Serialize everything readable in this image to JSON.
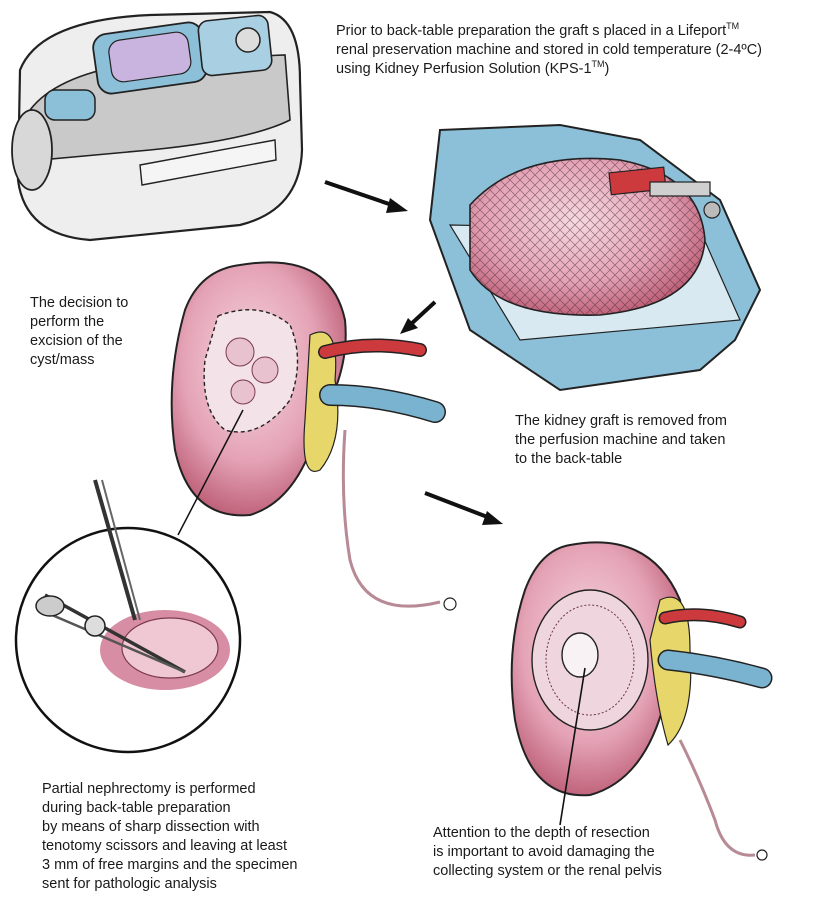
{
  "captions": {
    "lifeport": {
      "line1_pre": "Prior to back-table preparation the graft  s placed in a Lifeport",
      "line1_sup": "TM",
      "line2": "renal preservation machine and stored in cold temperature (2-4ºC)",
      "line3_pre": "using Kidney Perfusion Solution (KPS-1",
      "line3_sup": "TM",
      "line3_post": ")"
    },
    "decision": [
      "The decision to",
      "perform the",
      "excision of the",
      "cyst/mass"
    ],
    "removed": [
      "The kidney graft is removed from",
      "the perfusion machine and taken",
      "to the back-table"
    ],
    "partial": [
      "Partial nephrectomy is performed",
      "during back-table preparation",
      "by means of sharp dissection with",
      "tenotomy scissors and leaving at least",
      "3 mm of free margins and the specimen",
      "sent for pathologic analysis"
    ],
    "attention": [
      "Attention to the depth of resection",
      "is important to avoid damaging the",
      "collecting system or the renal pelvis"
    ]
  },
  "colors": {
    "kidney": "#d9849b",
    "kidney_light": "#f3cbd6",
    "vessel_blue": "#7ab3cf",
    "artery_red": "#cc3a3e",
    "fat_yellow": "#e7d76a",
    "machine_blue": "#8cc0d8"
  }
}
